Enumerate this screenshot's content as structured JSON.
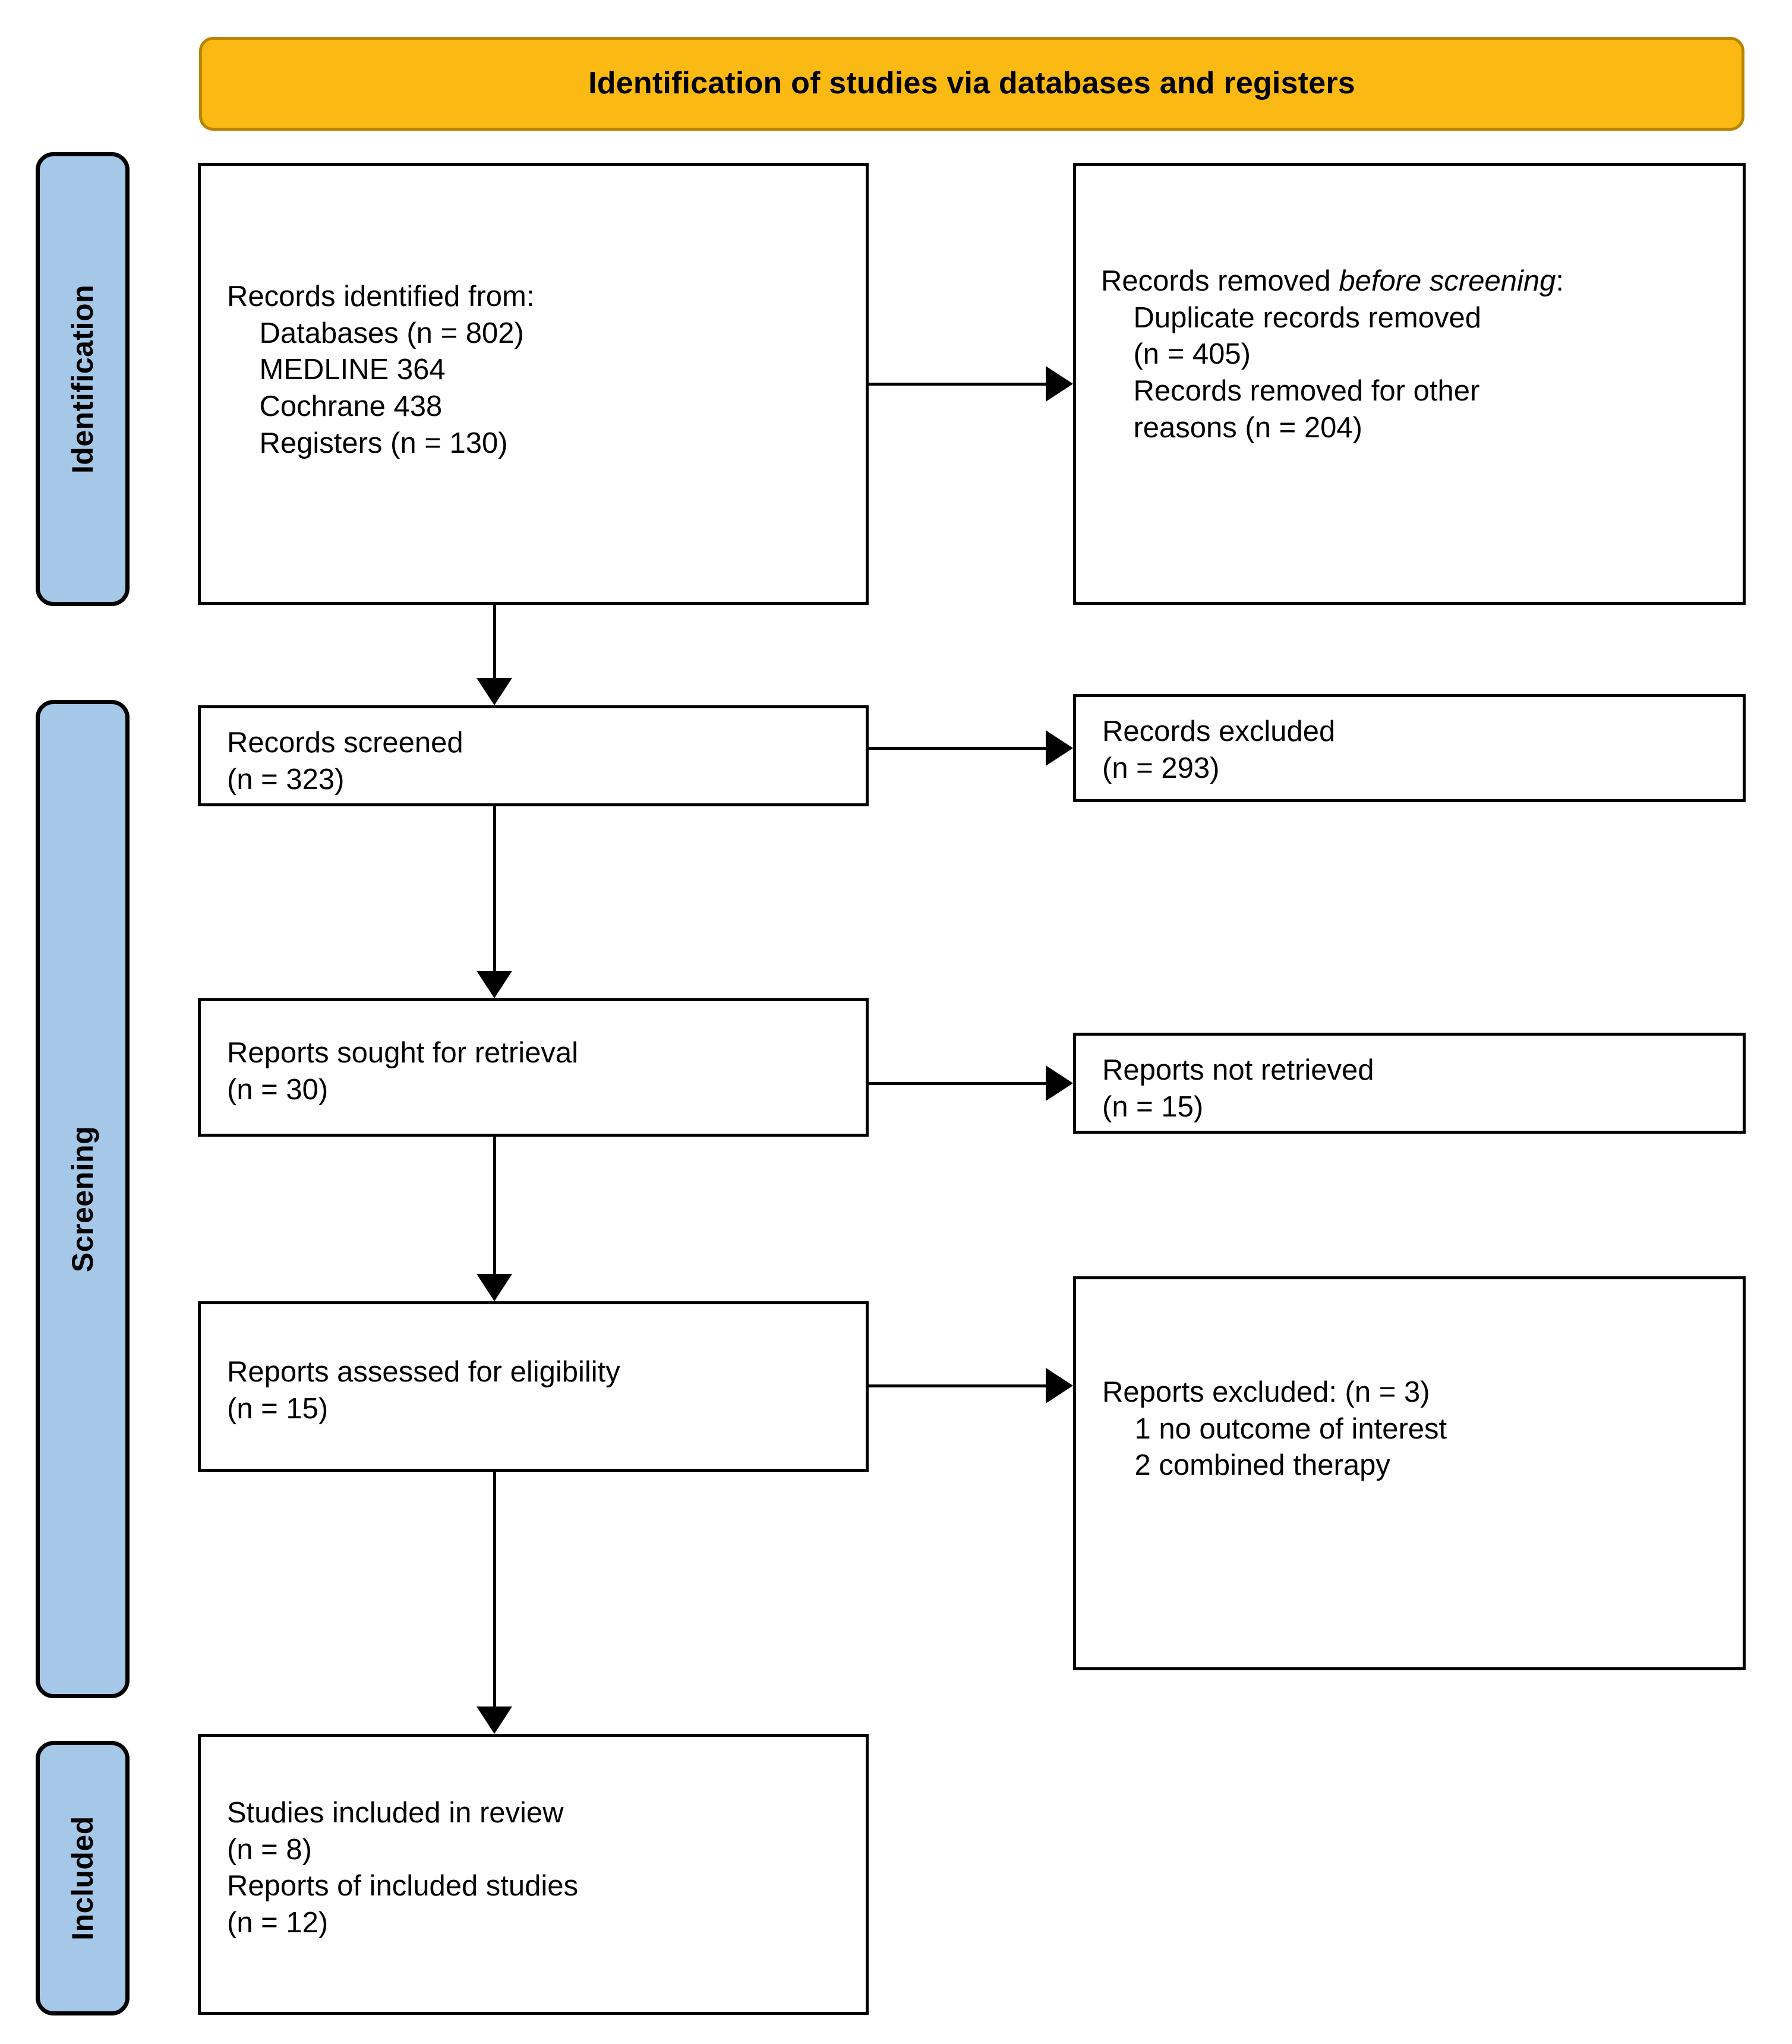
{
  "diagram": {
    "title": "Identification of studies via databases and registers",
    "colors": {
      "banner_fill": "#FBB913",
      "banner_border": "#B98400",
      "stage_tab_fill": "#A5C7E8",
      "box_border": "#000000",
      "box_fill": "#FFFFFF",
      "text": "#000000"
    }
  },
  "stages": [
    {
      "key": "identification",
      "label": "Identification"
    },
    {
      "key": "screening",
      "label": "Screening"
    },
    {
      "key": "included",
      "label": "Included"
    }
  ],
  "boxes": {
    "identified": {
      "name": "Records identified from",
      "text": "Records identified from:\n    Databases (n = 802)\n    MEDLINE 364\n    Cochrane 438\n    Registers (n = 130)",
      "lines": [
        "Records identified from:",
        "Databases (n = 802)",
        "MEDLINE 364",
        "Cochrane 438",
        "Registers (n = 130)"
      ],
      "counts": {
        "databases": 802,
        "medline": 364,
        "cochrane": 438,
        "registers": 130
      }
    },
    "removed_before_screening": {
      "name": "Records removed before screening",
      "head_plain": "Records removed ",
      "head_italic": "before screening",
      "head_tail": ":",
      "lines": [
        "    Duplicate records removed",
        "    (n = 405)",
        "    Records removed for other",
        "    reasons (n = 204)"
      ],
      "counts": {
        "duplicates": 405,
        "other_reasons": 204
      }
    },
    "screened": {
      "name": "Records screened",
      "text": "Records screened\n(n = 323)",
      "count": 323
    },
    "excluded": {
      "name": "Records excluded",
      "text": "Records excluded\n(n = 293)",
      "count": 293
    },
    "sought": {
      "name": "Reports sought for retrieval",
      "text": "Reports sought for retrieval\n(n = 30)",
      "count": 30
    },
    "not_retrieved": {
      "name": "Reports not retrieved",
      "text": "Reports not retrieved\n(n = 15)",
      "count": 15
    },
    "assessed": {
      "name": "Reports assessed for eligibility",
      "text": "Reports assessed for eligibility\n(n = 15)",
      "count": 15
    },
    "reports_excluded": {
      "name": "Reports excluded",
      "text": "Reports excluded: (n = 3)\n    1 no outcome of interest\n    2 combined therapy",
      "total": 3,
      "reasons": [
        {
          "n": 1,
          "reason": "no outcome of interest"
        },
        {
          "n": 2,
          "reason": "combined therapy"
        }
      ]
    },
    "included": {
      "name": "Studies included in review",
      "text": "Studies included in review\n(n = 8)\nReports of included studies\n(n = 12)",
      "studies_included": 8,
      "reports_of_included_studies": 12
    }
  }
}
